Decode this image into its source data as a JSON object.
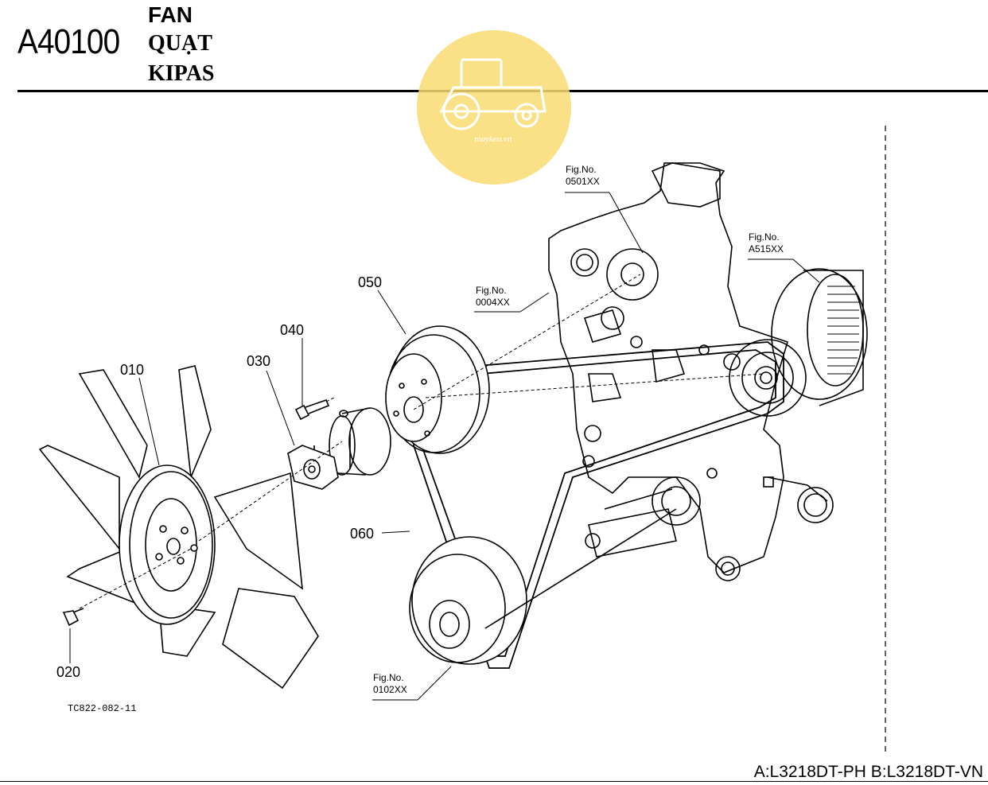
{
  "header": {
    "code": "A40100",
    "title_en": "FAN",
    "title_vi": "QUẠT",
    "title_ms": "KIPAS"
  },
  "watermark": {
    "text": "maykeo.vn",
    "color": "#f7d96a"
  },
  "callouts": [
    "010",
    "020",
    "030",
    "040",
    "050",
    "060"
  ],
  "fig_refs": [
    {
      "label": "Fig.No.",
      "number": "0501XX"
    },
    {
      "label": "Fig.No.",
      "number": "A515XX"
    },
    {
      "label": "Fig.No.",
      "number": "0004XX"
    },
    {
      "label": "Fig.No.",
      "number": "0102XX"
    }
  ],
  "figure_code": "TC822-082-11",
  "footer": "A:L3218DT-PH B:L3218DT-VN"
}
